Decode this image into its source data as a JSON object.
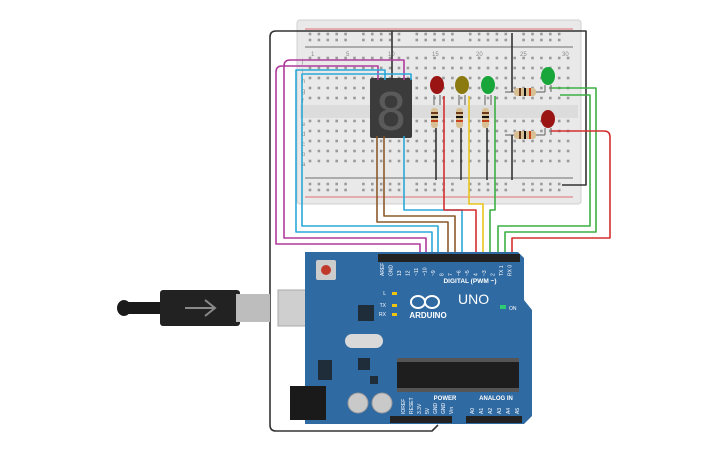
{
  "board": {
    "brand": "ARDUINO",
    "model": "UNO",
    "digital_header_label": "DIGITAL (PWM ~)",
    "digital_pins": [
      "AREF",
      "GND",
      "13",
      "12",
      "~11",
      "~10",
      "~9",
      "8",
      "7",
      "~6",
      "~5",
      "4",
      "~3",
      "2",
      "TX 1",
      "RX 0"
    ],
    "power_label": "POWER",
    "power_pins": [
      "IOREF",
      "RESET",
      "3.3V",
      "5V",
      "GND",
      "GND",
      "Vin"
    ],
    "analog_label": "ANALOG IN",
    "analog_pins": [
      "A0",
      "A1",
      "A2",
      "A3",
      "A4",
      "A5"
    ],
    "led_labels": [
      "L",
      "TX",
      "RX"
    ],
    "on_label": "ON"
  },
  "breadboard": {
    "rows_top": [
      "j",
      "i",
      "h",
      "g",
      "f"
    ],
    "rows_bottom": [
      "e",
      "d",
      "c",
      "b",
      "a"
    ],
    "columns": [
      "1",
      "5",
      "10",
      "15",
      "20",
      "25",
      "30"
    ]
  },
  "display": {
    "digit": "8"
  },
  "colors": {
    "board": "#2f6aa3",
    "breadboard": "#e9e9e9",
    "wire_black": "#333333",
    "wire_magenta": "#b03a9c",
    "wire_cyan": "#2aa8d8",
    "wire_brown": "#8b5a2b",
    "wire_yellow": "#e8c51c",
    "wire_red": "#d4302f",
    "wire_green": "#3cb043",
    "led_red": "#9b1414",
    "led_yellow": "#8a7a10",
    "led_green": "#18a53a"
  }
}
